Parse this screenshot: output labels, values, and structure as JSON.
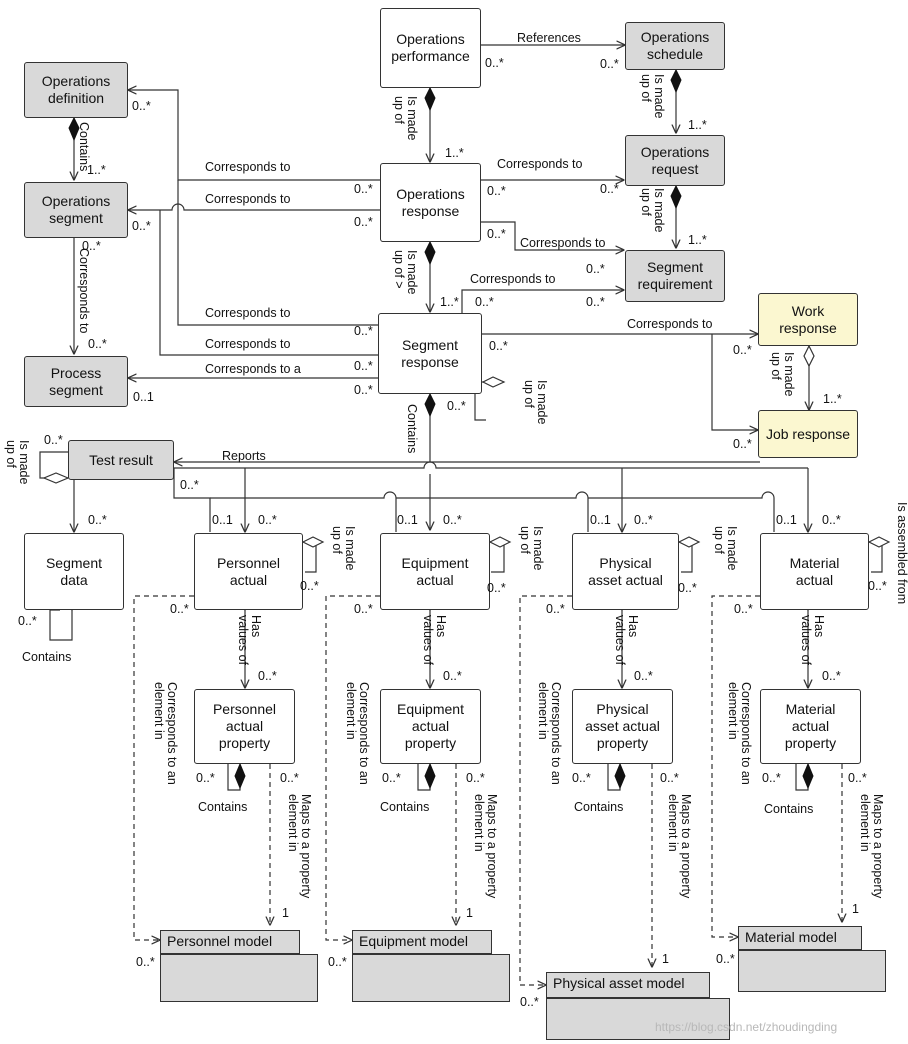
{
  "boxes": {
    "ops_performance": "Operations\nperformance",
    "ops_schedule": "Operations\nschedule",
    "ops_definition": "Operations\ndefinition",
    "ops_response": "Operations\nresponse",
    "ops_request": "Operations\nrequest",
    "ops_segment": "Operations\nsegment",
    "segment_requirement": "Segment\nrequirement",
    "segment_response": "Segment\nresponse",
    "work_response": "Work\nresponse",
    "process_segment": "Process\nsegment",
    "job_response": "Job response",
    "test_result": "Test result",
    "segment_data": "Segment\ndata",
    "personnel_actual": "Personnel\nactual",
    "equipment_actual": "Equipment\nactual",
    "physical_asset_actual": "Physical\nasset actual",
    "material_actual": "Material\nactual",
    "personnel_actual_property": "Personnel\nactual\nproperty",
    "equipment_actual_property": "Equipment\nactual\nproperty",
    "physical_asset_actual_property": "Physical\nasset actual\nproperty",
    "material_actual_property": "Material\nactual\nproperty",
    "personnel_model": "Personnel model",
    "equipment_model": "Equipment model",
    "physical_asset_model": "Physical asset model",
    "material_model": "Material model"
  },
  "labels": {
    "references": "References",
    "corresponds_to": "Corresponds to",
    "corresponds_to_a": "Corresponds to a",
    "contains": "Contains",
    "is_made_up_of": "Is made\nup of",
    "is_made_up_of_arrow": "Is made\nup of >",
    "reports": "Reports",
    "has_values_of": "Has\nvalues of",
    "corresponds_to_an_element_in": "Corresponds to an\nelement in",
    "maps_to_a_property_element_in": "Maps to a property\nelement in",
    "is_assembled_from": "Is assembled from"
  },
  "multiplicity": {
    "zero_many": "0..*",
    "one_many": "1..*",
    "zero_one": "0..1",
    "one": "1"
  },
  "watermark": "https://blog.csdn.net/zhoudingding",
  "colors": {
    "gray_box": "#d9d9d9",
    "yellow_box": "#fbf7d0",
    "white_box": "#ffffff",
    "line": "#333333"
  }
}
